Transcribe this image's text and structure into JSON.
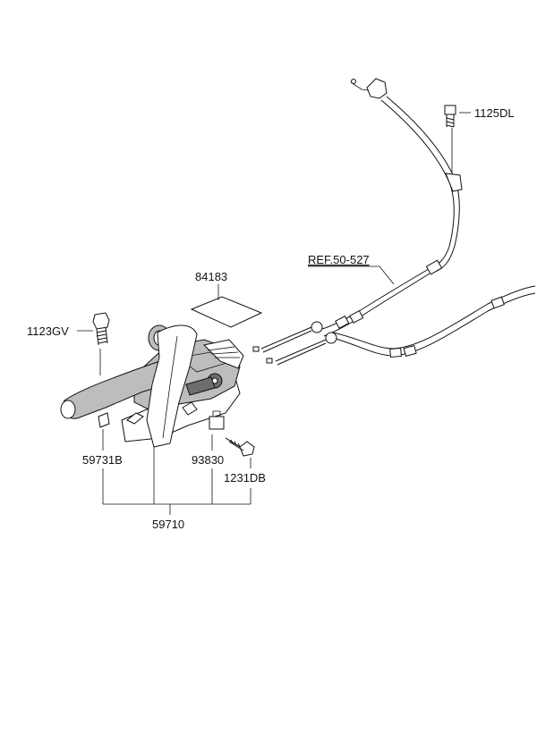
{
  "labels": {
    "part_84183": "84183",
    "part_1123GV": "1123GV",
    "part_59731B": "59731B",
    "part_93830": "93830",
    "part_1231DB": "1231DB",
    "part_59710": "59710",
    "part_1125DL": "1125DL",
    "ref_50_527": "REF.50-527"
  }
}
